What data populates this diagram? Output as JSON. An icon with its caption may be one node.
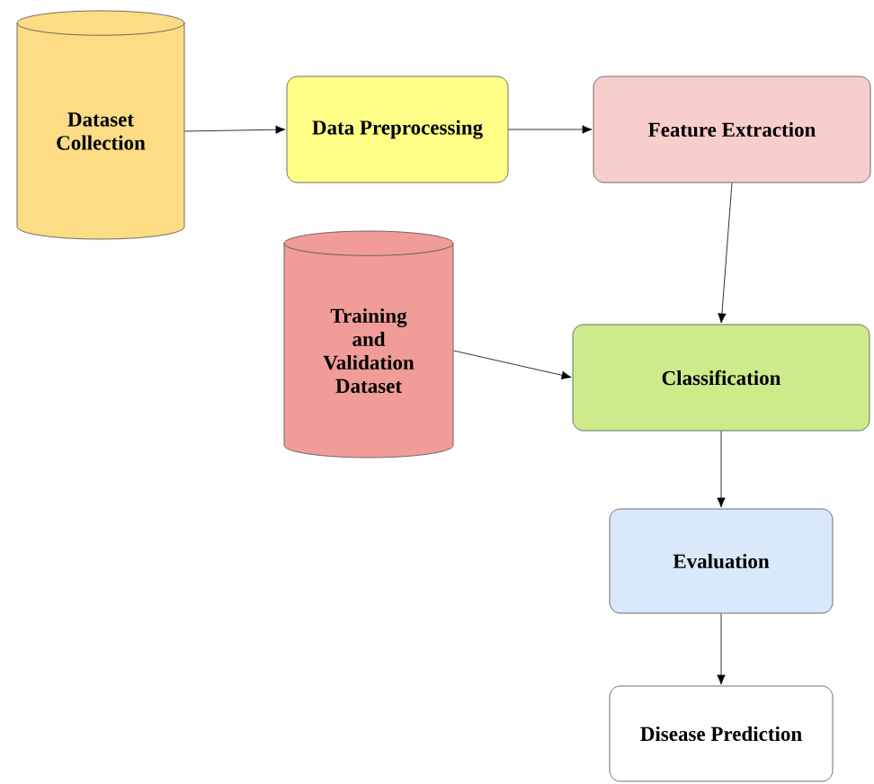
{
  "diagram": {
    "nodes": [
      {
        "text": [
          "Dataset Collection"
        ]
      },
      {
        "text": [
          "Data Preprocessing"
        ]
      },
      {
        "text": [
          "Feature Extraction"
        ]
      },
      {
        "text": [
          "Training and Validation Dataset"
        ]
      },
      {
        "text": [
          "Classification"
        ]
      },
      {
        "text": [
          "Evaluation"
        ]
      },
      {
        "text": [
          "Disease Prediction"
        ]
      }
    ],
    "edges": [
      {
        "from": 0,
        "to": 1,
        "arrow": "to"
      },
      {
        "from": 1,
        "to": 2,
        "arrow": "to"
      },
      {
        "from": 2,
        "to": 4,
        "arrow": "to"
      },
      {
        "from": 3,
        "to": 4,
        "arrow": "to"
      },
      {
        "from": 4,
        "to": 5,
        "arrow": "to"
      },
      {
        "from": 5,
        "to": 6,
        "arrow": "to"
      }
    ]
  }
}
